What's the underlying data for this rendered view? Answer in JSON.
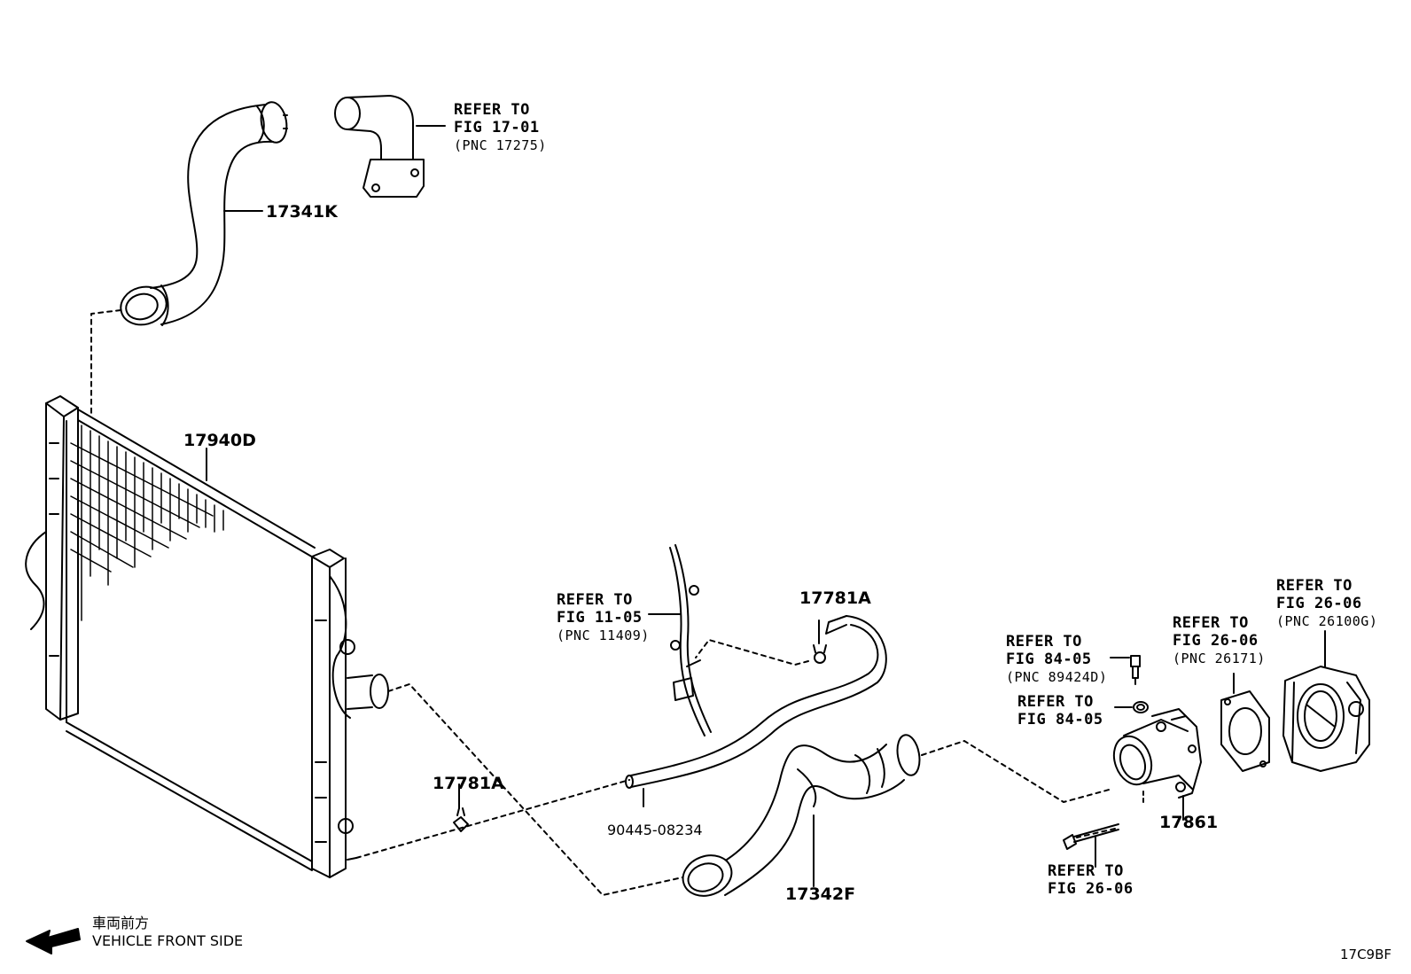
{
  "parts": {
    "upper_hose": "17341K",
    "radiator": "17940D",
    "lower_hose": "17342F",
    "clamp_small_left": "17781A",
    "clamp_small_right": "17781A",
    "water_inlet": "17861",
    "bypass_hose": "90445-08234"
  },
  "refs": {
    "outlet": {
      "l1": "REFER TO",
      "l2": "FIG 17-01",
      "l3": "(PNC 17275)"
    },
    "wire": {
      "l1": "REFER TO",
      "l2": "FIG 11-05",
      "l3": "(PNC 11409)"
    },
    "sensor": {
      "l1": "REFER TO",
      "l2": "FIG 84-05",
      "l3": "(PNC 89424D)"
    },
    "gasket_small": {
      "l1": "REFER TO",
      "l2": "FIG 84-05"
    },
    "gasket": {
      "l1": "REFER TO",
      "l2": "FIG 26-06",
      "l3": "(PNC 26171)"
    },
    "throttle": {
      "l1": "REFER TO",
      "l2": "FIG 26-06",
      "l3": "(PNC 26100G)"
    },
    "bolt": {
      "l1": "REFER TO",
      "l2": "FIG 26-06"
    }
  },
  "front": {
    "japanese": "車両前方",
    "english": "VEHICLE FRONT SIDE"
  },
  "figure_code": "17C9BF"
}
